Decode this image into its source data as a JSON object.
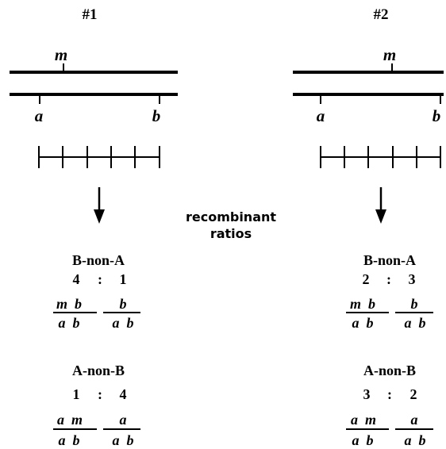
{
  "panels": [
    {
      "title": "#1",
      "marker_top": "m",
      "marker_left": "a",
      "marker_right": "b",
      "ratio_blocks": [
        {
          "heading": "B-non-A",
          "ratio_left": "4",
          "ratio_sep": ":",
          "ratio_right": "1",
          "fraction_left_top": "m  b",
          "fraction_left_bottom": "a  b",
          "fraction_right_top": "b",
          "fraction_right_bottom": "a  b"
        },
        {
          "heading": "A-non-B",
          "ratio_left": "1",
          "ratio_sep": ":",
          "ratio_right": "4",
          "fraction_left_top": "a  m",
          "fraction_left_bottom": "a  b",
          "fraction_right_top": "a",
          "fraction_right_bottom": "a  b"
        }
      ]
    },
    {
      "title": "#2",
      "marker_top": "m",
      "marker_left": "a",
      "marker_right": "b",
      "ratio_blocks": [
        {
          "heading": "B-non-A",
          "ratio_left": "2",
          "ratio_sep": ":",
          "ratio_right": "3",
          "fraction_left_top": "m  b",
          "fraction_left_bottom": "a  b",
          "fraction_right_top": "b",
          "fraction_right_bottom": "a  b"
        },
        {
          "heading": "A-non-B",
          "ratio_left": "3",
          "ratio_sep": ":",
          "ratio_right": "2",
          "fraction_left_top": "a  m",
          "fraction_left_bottom": "a  b",
          "fraction_right_top": "a",
          "fraction_right_bottom": "a  b"
        }
      ]
    }
  ],
  "center_label_line1": "recombinant",
  "center_label_line2": "ratios"
}
